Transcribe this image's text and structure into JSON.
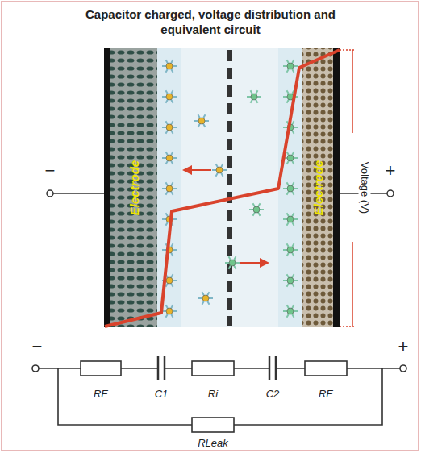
{
  "diagram": {
    "title": "Capacitor charged, voltage distribution and equivalent circuit",
    "nodes": [
      {
        "text": [
          "Electrode"
        ]
      },
      {
        "text": [
          "Electrode"
        ]
      }
    ],
    "labels": [
      "−",
      "+",
      "Voltage (V)",
      "−",
      "+",
      "RE",
      "C1",
      "Ri",
      "C2",
      "RE",
      "RLeak"
    ]
  }
}
